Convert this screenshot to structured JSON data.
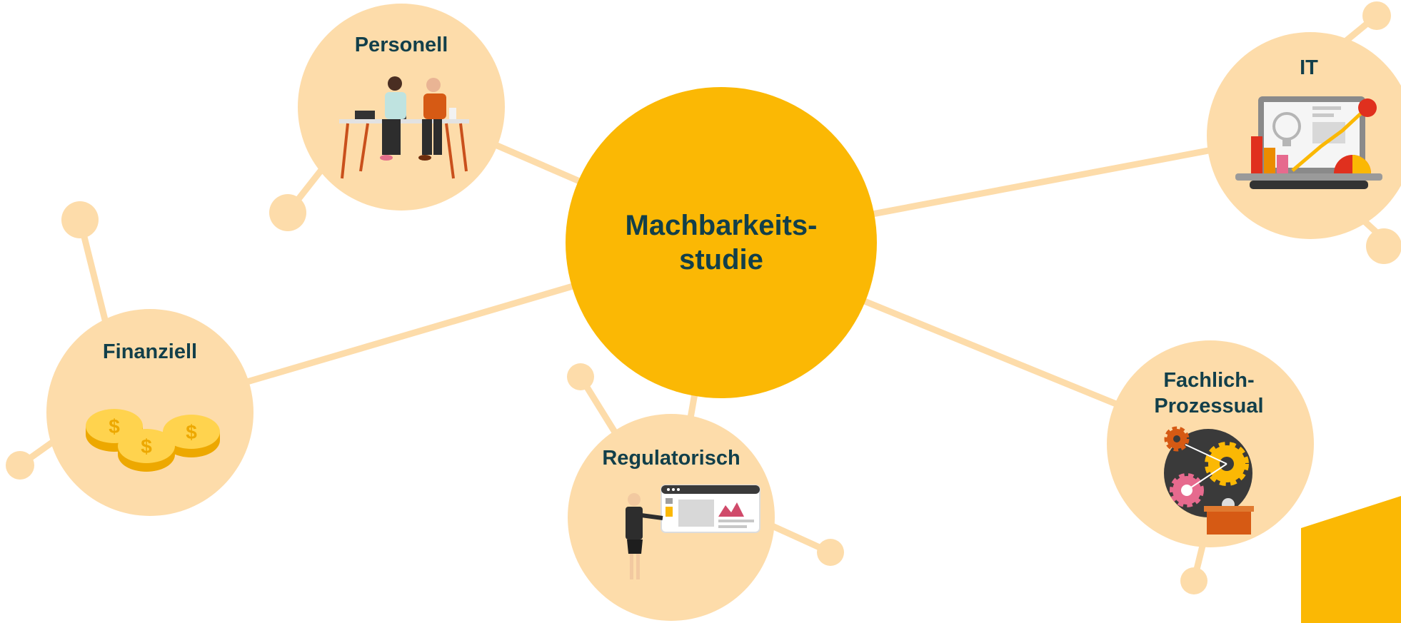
{
  "colors": {
    "hub": "#FBB804",
    "satellite": "#FDDCAA",
    "connector": "#FDDCAA",
    "label_text": "#123F4A",
    "accent_shape": "#FBB804"
  },
  "center": {
    "label": "Machbarkeits-\nstudie"
  },
  "nodes": [
    {
      "id": "personell",
      "label": "Personell",
      "icon": "meeting-people-icon"
    },
    {
      "id": "it",
      "label": "IT",
      "icon": "laptop-analytics-icon"
    },
    {
      "id": "finanziell",
      "label": "Finanziell",
      "icon": "coins-icon"
    },
    {
      "id": "regulatorisch",
      "label": "Regulatorisch",
      "icon": "presenter-dashboard-icon"
    },
    {
      "id": "fachlich",
      "label": "Fachlich-\nProzessual",
      "icon": "gears-process-icon"
    }
  ]
}
